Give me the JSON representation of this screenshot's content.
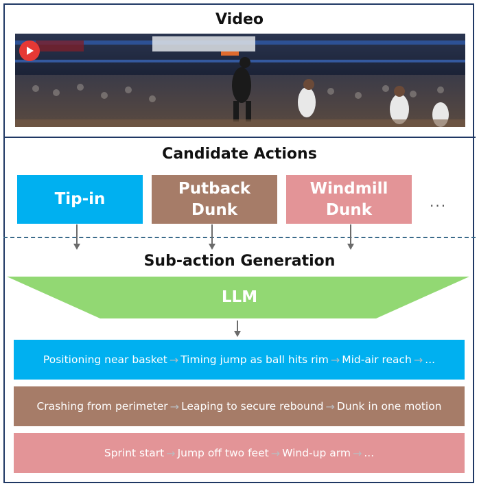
{
  "titles": {
    "video": "Video",
    "candidate_actions": "Candidate Actions",
    "sub_action_generation": "Sub-action Generation"
  },
  "candidates": [
    {
      "lines": [
        "Tip-in"
      ],
      "color": "#00b0f0"
    },
    {
      "lines": [
        "Putback",
        "Dunk"
      ],
      "color": "#a67c68"
    },
    {
      "lines": [
        "Windmill",
        "Dunk"
      ],
      "color": "#e39497"
    }
  ],
  "candidates_more": "...",
  "llm": {
    "label": "LLM",
    "color": "#92d873"
  },
  "sub_actions": [
    {
      "color": "#00b0f0",
      "steps": [
        "Positioning near basket",
        "Timing jump as ball hits rim",
        "Mid-air reach",
        "..."
      ]
    },
    {
      "color": "#a67c68",
      "steps": [
        "Crashing from perimeter",
        "Leaping to secure rebound",
        "Dunk in one motion"
      ]
    },
    {
      "color": "#e39497",
      "steps": [
        "Sprint start",
        "Jump off two feet",
        "Wind-up arm",
        "..."
      ]
    }
  ],
  "video": {
    "play_icon": "play-icon",
    "play_color": "#e53935"
  },
  "arrow_glyph": "→"
}
